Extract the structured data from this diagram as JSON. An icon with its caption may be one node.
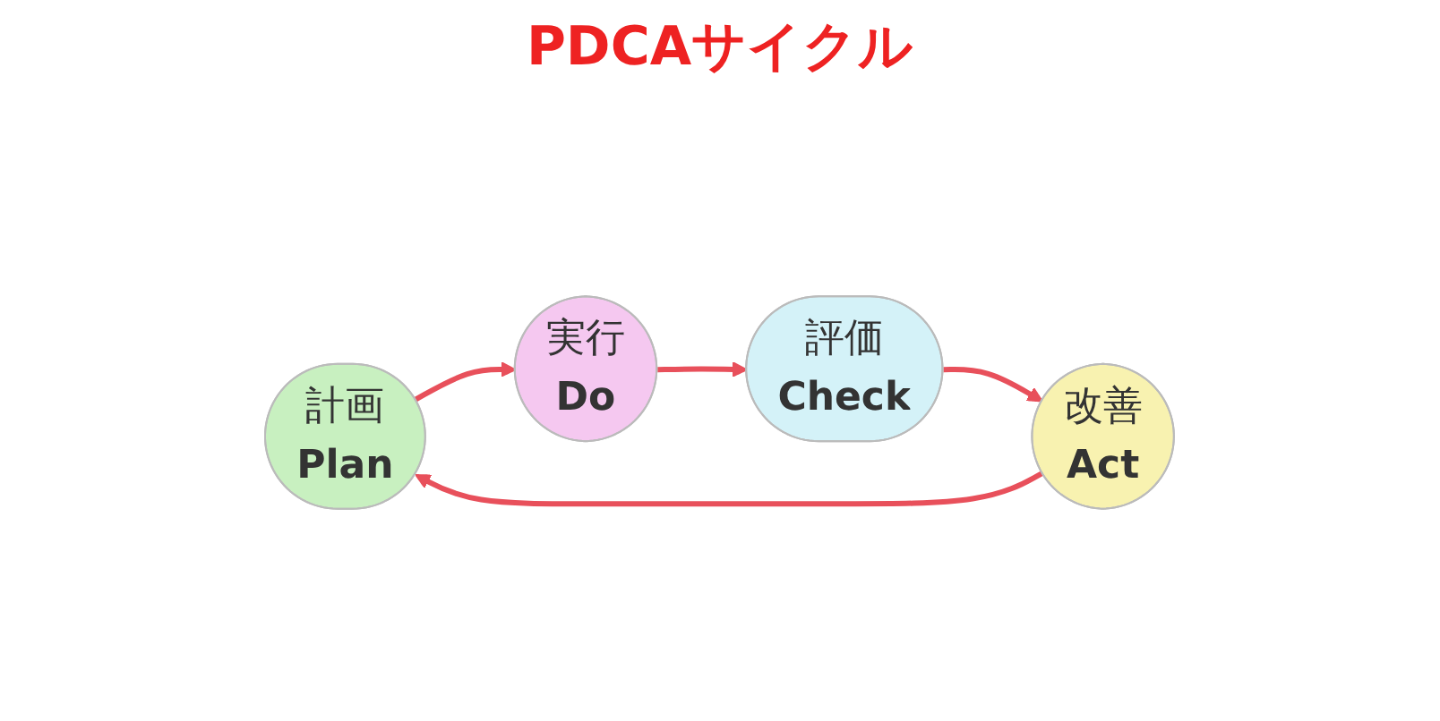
{
  "diagram": {
    "title": "PDCAサイクル",
    "nodes": [
      {
        "text": [
          "計画",
          "Plan"
        ]
      },
      {
        "text": [
          "実行",
          "Do"
        ]
      },
      {
        "text": [
          "評価",
          "Check"
        ]
      },
      {
        "text": [
          "改善",
          "Act"
        ]
      }
    ],
    "edges": [
      {
        "from": 0,
        "to": 1,
        "arrow": "to",
        "color": "#e8505b"
      },
      {
        "from": 1,
        "to": 2,
        "arrow": "to",
        "color": "#e8505b"
      },
      {
        "from": 2,
        "to": 3,
        "arrow": "to",
        "color": "#e8505b"
      },
      {
        "from": 3,
        "to": 0,
        "arrow": "to",
        "color": "#e8505b"
      }
    ]
  }
}
